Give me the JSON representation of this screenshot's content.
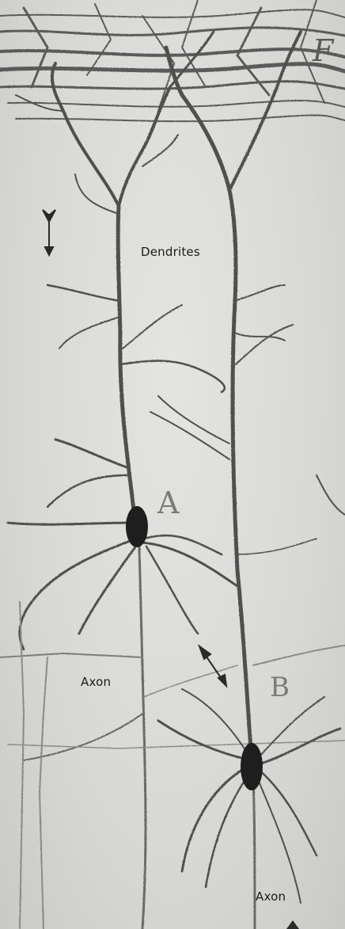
{
  "labels": {
    "dendrites": "Dendrites",
    "axon_a": "Axon",
    "axon_b": "Axon",
    "neuron_a": "A",
    "neuron_b": "B",
    "layer_f": "F"
  },
  "colors": {
    "background": "#dcdcda",
    "ink": "#4a4a4a",
    "soma": "#1e1e1e",
    "faint_lines": "#8a8a8a"
  }
}
